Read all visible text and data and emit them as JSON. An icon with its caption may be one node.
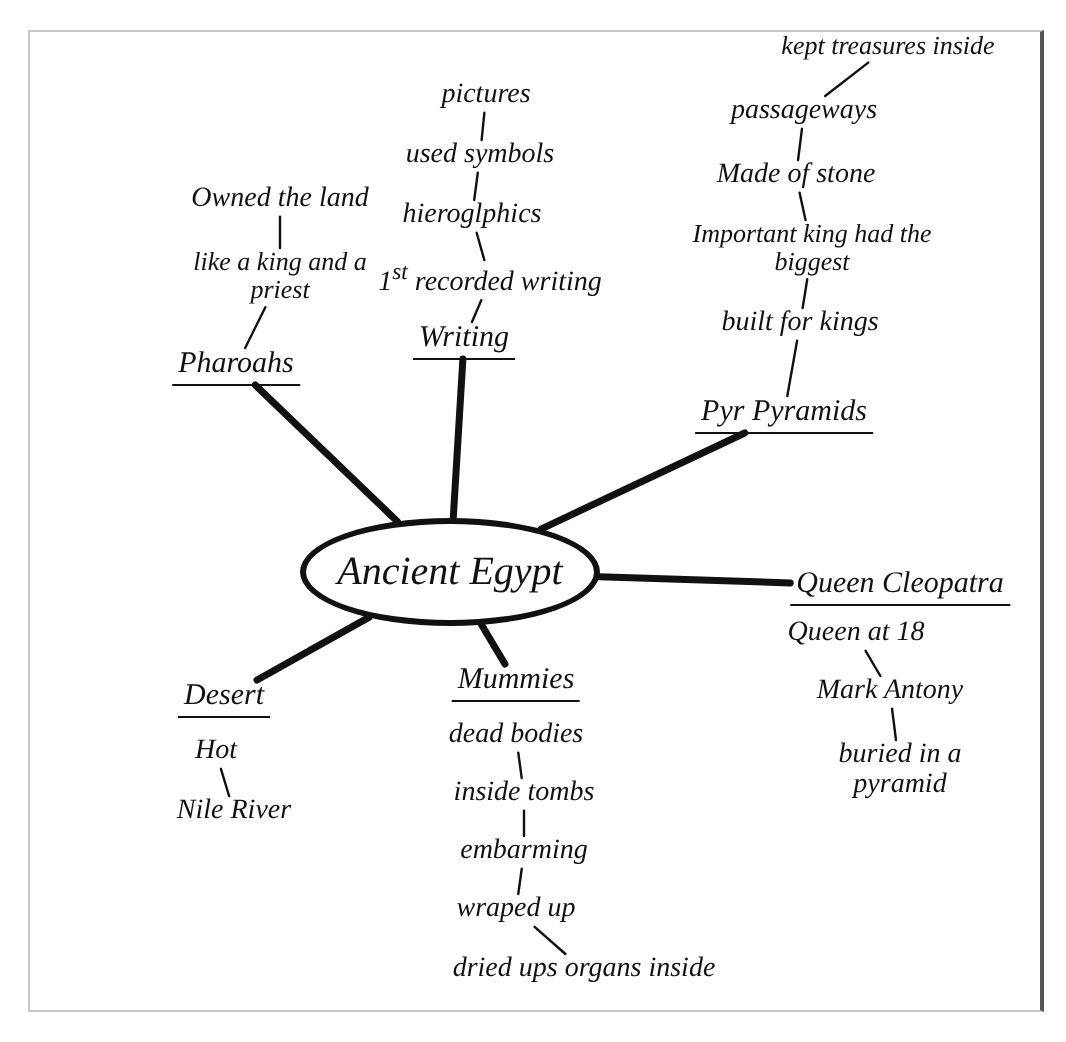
{
  "diagram": {
    "nodes": [
      {
        "text": [
          "Ancient Egypt"
        ]
      },
      {
        "text": [
          "Owned the land"
        ]
      },
      {
        "text": [
          "like a king and a priest"
        ]
      },
      {
        "text": [
          "Pharoahs"
        ]
      },
      {
        "text": [
          "pictures"
        ]
      },
      {
        "text": [
          "used symbols"
        ]
      },
      {
        "text": [
          "hieroglphics"
        ]
      },
      {
        "text": [
          "1$^{st}$ recorded writing"
        ]
      },
      {
        "text": [
          "Writing"
        ]
      },
      {
        "text": [
          "kept treasures inside"
        ]
      },
      {
        "text": [
          "passageways"
        ]
      },
      {
        "text": [
          "Made of stone"
        ]
      },
      {
        "text": [
          "Important king had the biggest"
        ]
      },
      {
        "text": [
          "built for kings"
        ]
      },
      {
        "text": [
          "Pyr Pyramids"
        ]
      },
      {
        "text": [
          "Queen Cleopatra"
        ]
      },
      {
        "text": [
          "Queen at 18"
        ]
      },
      {
        "text": [
          "Mark Antony"
        ]
      },
      {
        "text": [
          "buried in a pyramid"
        ]
      },
      {
        "text": [
          "Mummies"
        ]
      },
      {
        "text": [
          "dead bodies"
        ]
      },
      {
        "text": [
          "inside tombs"
        ]
      },
      {
        "text": [
          "embarming"
        ]
      },
      {
        "text": [
          "wraped up"
        ]
      },
      {
        "text": [
          "dried ups organs inside"
        ]
      },
      {
        "text": [
          "Desert"
        ]
      },
      {
        "text": [
          "Hot"
        ]
      },
      {
        "text": [
          "Nile River"
        ]
      }
    ],
    "edges": [
      {
        "from": 0,
        "to": 3,
        "arrow": "none",
        "style": "thick"
      },
      {
        "from": 0,
        "to": 8,
        "arrow": "none",
        "style": "thick"
      },
      {
        "from": 0,
        "to": 14,
        "arrow": "none",
        "style": "thick"
      },
      {
        "from": 0,
        "to": 15,
        "arrow": "none",
        "style": "thick"
      },
      {
        "from": 0,
        "to": 19,
        "arrow": "none",
        "style": "thick"
      },
      {
        "from": 0,
        "to": 25,
        "arrow": "none",
        "style": "thick"
      },
      {
        "from": 1,
        "to": 2,
        "arrow": "none"
      },
      {
        "from": 2,
        "to": 3,
        "arrow": "none"
      },
      {
        "from": 4,
        "to": 5,
        "arrow": "none"
      },
      {
        "from": 5,
        "to": 6,
        "arrow": "none"
      },
      {
        "from": 6,
        "to": 7,
        "arrow": "none"
      },
      {
        "from": 7,
        "to": 8,
        "arrow": "none"
      },
      {
        "from": 9,
        "to": 10,
        "arrow": "none"
      },
      {
        "from": 10,
        "to": 11,
        "arrow": "none"
      },
      {
        "from": 11,
        "to": 12,
        "arrow": "none"
      },
      {
        "from": 12,
        "to": 13,
        "arrow": "none"
      },
      {
        "from": 13,
        "to": 14,
        "arrow": "none"
      },
      {
        "from": 16,
        "to": 17,
        "arrow": "none"
      },
      {
        "from": 17,
        "to": 18,
        "arrow": "none"
      },
      {
        "from": 20,
        "to": 21,
        "arrow": "none"
      },
      {
        "from": 21,
        "to": 22,
        "arrow": "none"
      },
      {
        "from": 22,
        "to": 23,
        "arrow": "none"
      },
      {
        "from": 23,
        "to": 24,
        "arrow": "none"
      },
      {
        "from": 26,
        "to": 27,
        "arrow": "none"
      }
    ]
  }
}
